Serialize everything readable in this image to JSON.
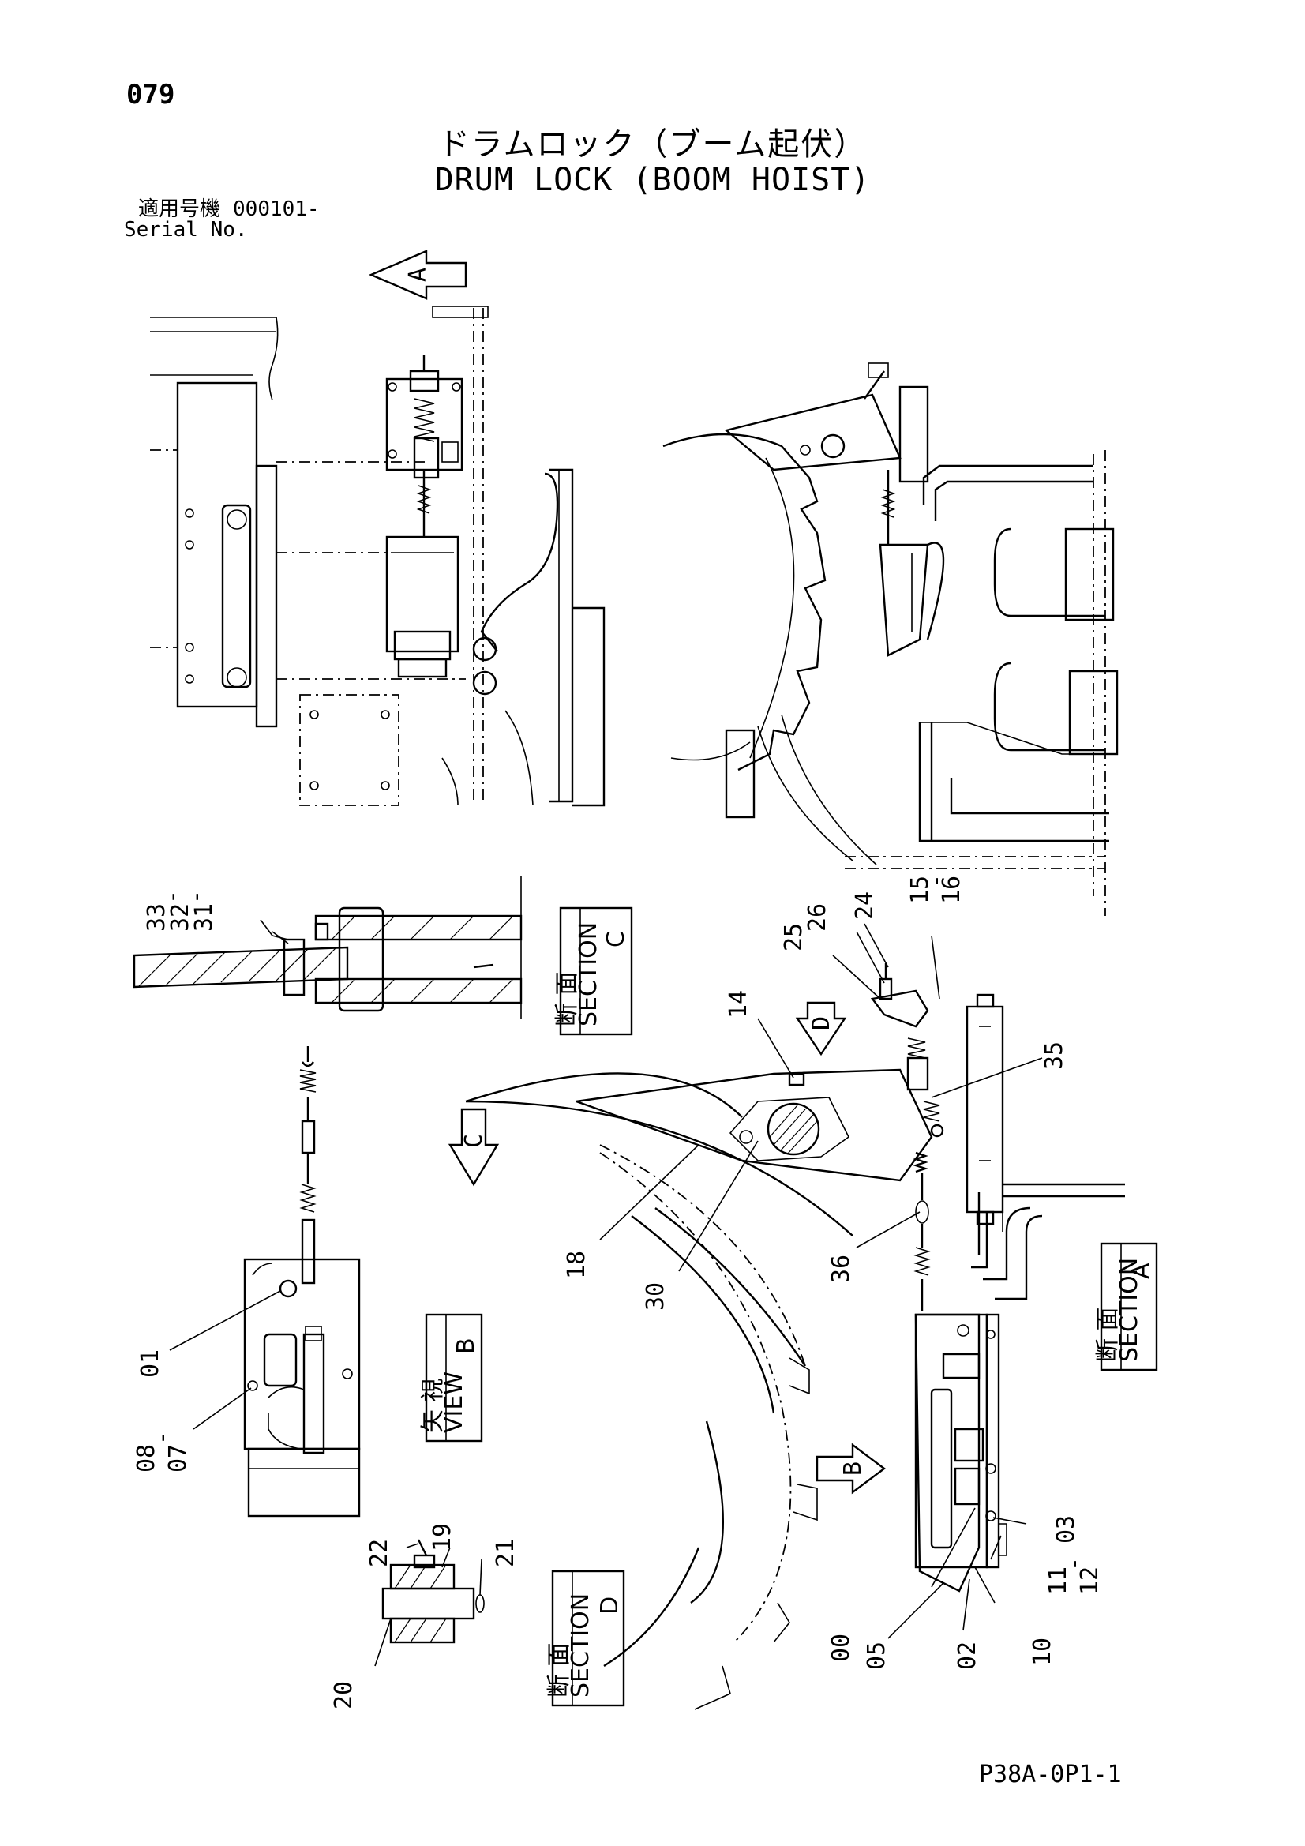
{
  "page_number": "079",
  "title_jp": "ドラムロック（ブーム起伏）",
  "title_en": "DRUM LOCK (BOOM HOIST)",
  "applicable_label_jp": "適用号機",
  "serial_no_value": "000101-",
  "serial_label_en": "Serial No.",
  "drawing_code": "P38A-0P1-1",
  "view_arrows": [
    "A",
    "B",
    "C",
    "D"
  ],
  "section_boxes": {
    "a": {
      "jp": "断 面",
      "en": "SECTION",
      "letter": "A"
    },
    "b": {
      "jp": "矢 視",
      "en": "VIEW",
      "letter": "B"
    },
    "c": {
      "jp": "断 面",
      "en": "SECTION",
      "letter": "C"
    },
    "d": {
      "jp": "断 面",
      "en": "SECTION",
      "letter": "D"
    }
  },
  "callouts": {
    "c33": "33",
    "c32": "32",
    "c31": "31",
    "c26": "26",
    "c25": "25",
    "c24": "24",
    "c15": "15",
    "c16": "16",
    "c14": "14",
    "c35": "35",
    "c18": "18",
    "c30": "30",
    "c36": "36",
    "c01": "01",
    "c08": "08",
    "c07": "07",
    "c03": "03",
    "c11": "11",
    "c12": "12",
    "c00": "00",
    "c05": "05",
    "c02": "02",
    "c10": "10",
    "c22": "22",
    "c19": "19",
    "c21": "21",
    "c20": "20",
    "range_dash": "-"
  }
}
